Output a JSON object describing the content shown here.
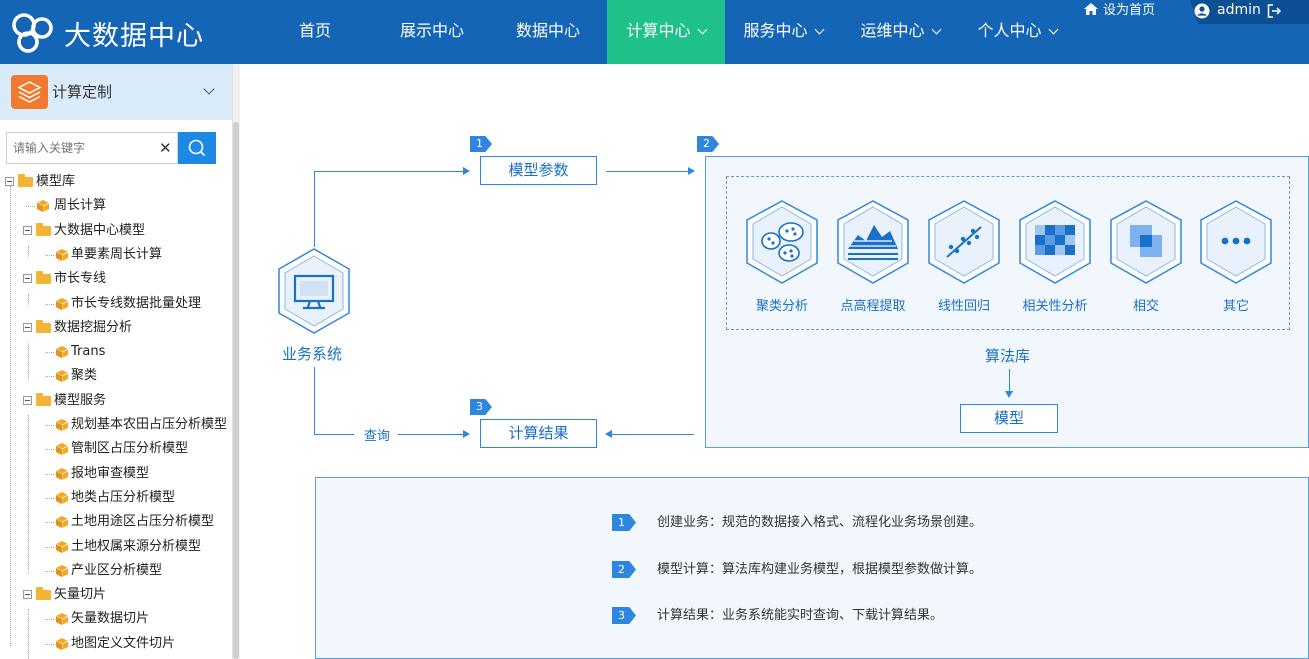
{
  "header": {
    "app_title": "大数据中心",
    "nav": [
      {
        "label": "首页",
        "has_menu": false,
        "active": false
      },
      {
        "label": "展示中心",
        "has_menu": false,
        "active": false
      },
      {
        "label": "数据中心",
        "has_menu": false,
        "active": false
      },
      {
        "label": "计算中心",
        "has_menu": true,
        "active": true
      },
      {
        "label": "服务中心",
        "has_menu": true,
        "active": false
      },
      {
        "label": "运维中心",
        "has_menu": true,
        "active": false
      },
      {
        "label": "个人中心",
        "has_menu": true,
        "active": false
      }
    ],
    "set_home_label": "设为首页",
    "username": "admin",
    "colors": {
      "bar": "#1565b6",
      "active": "#1ec18a"
    }
  },
  "sidebar": {
    "module_label": "计算定制",
    "search_placeholder": "请输入关键字",
    "tree": [
      {
        "label": "模型库",
        "type": "folder",
        "level": 0
      },
      {
        "label": "周长计算",
        "type": "leaf",
        "level": 1
      },
      {
        "label": "大数据中心模型",
        "type": "folder",
        "level": 1
      },
      {
        "label": "单要素周长计算",
        "type": "leaf",
        "level": 2
      },
      {
        "label": "市长专线",
        "type": "folder",
        "level": 1
      },
      {
        "label": "市长专线数据批量处理",
        "type": "leaf",
        "level": 2
      },
      {
        "label": "数据挖掘分析",
        "type": "folder",
        "level": 1
      },
      {
        "label": "Trans",
        "type": "leaf",
        "level": 2
      },
      {
        "label": "聚类",
        "type": "leaf",
        "level": 2
      },
      {
        "label": "模型服务",
        "type": "folder",
        "level": 1
      },
      {
        "label": "规划基本农田占压分析模型",
        "type": "leaf",
        "level": 2
      },
      {
        "label": "管制区占压分析模型",
        "type": "leaf",
        "level": 2
      },
      {
        "label": "报地审查模型",
        "type": "leaf",
        "level": 2
      },
      {
        "label": "地类占压分析模型",
        "type": "leaf",
        "level": 2
      },
      {
        "label": "土地用途区占压分析模型",
        "type": "leaf",
        "level": 2
      },
      {
        "label": "土地权属来源分析模型",
        "type": "leaf",
        "level": 2
      },
      {
        "label": "产业区分析模型",
        "type": "leaf",
        "level": 2
      },
      {
        "label": "矢量切片",
        "type": "folder",
        "level": 1
      },
      {
        "label": "矢量数据切片",
        "type": "leaf",
        "level": 2
      },
      {
        "label": "地图定义文件切片",
        "type": "leaf",
        "level": 2
      }
    ]
  },
  "diagram": {
    "business_system": "业务系统",
    "step1": {
      "num": "1",
      "label": "模型参数"
    },
    "step2": {
      "num": "2"
    },
    "step3": {
      "num": "3",
      "label": "计算结果"
    },
    "query_label": "查询",
    "algorithm_library": "算法库",
    "model_label": "模型",
    "algorithms": [
      {
        "label": "聚类分析",
        "icon": "cluster-icon"
      },
      {
        "label": "点高程提取",
        "icon": "elevation-icon"
      },
      {
        "label": "线性回归",
        "icon": "regression-icon"
      },
      {
        "label": "相关性分析",
        "icon": "correlation-icon"
      },
      {
        "label": "相交",
        "icon": "intersect-icon"
      },
      {
        "label": "其它",
        "icon": "more-icon"
      }
    ]
  },
  "notes": [
    {
      "num": "1",
      "text": "创建业务：规范的数据接入格式、流程化业务场景创建。"
    },
    {
      "num": "2",
      "text": "模型计算：算法库构建业务模型，根据模型参数做计算。"
    },
    {
      "num": "3",
      "text": "计算结果：业务系统能实时查询、下载计算结果。"
    }
  ]
}
